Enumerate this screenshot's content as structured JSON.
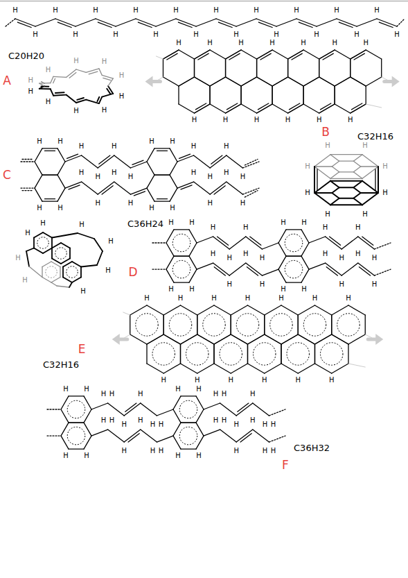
{
  "diagram": {
    "labels": [
      "H",
      "H",
      "H",
      "H",
      "H",
      "H",
      "H",
      "H",
      "H",
      "H",
      "H",
      "H",
      "H",
      "H",
      "H",
      "H",
      "H",
      "H",
      "H",
      "H",
      "C20H20",
      "A",
      "H",
      "H",
      "H",
      "H",
      "H",
      "H",
      "H",
      "H",
      "H",
      "H",
      "H",
      "H",
      "H",
      "H",
      "H",
      "H",
      "H",
      "H",
      "H",
      "H",
      "H",
      "H",
      "H",
      "B",
      "C32H16",
      "H",
      "H",
      "H",
      "H",
      "H",
      "H",
      "H",
      "H",
      "C",
      "H",
      "H",
      "H",
      "H",
      "H",
      "H",
      "H",
      "H",
      "H",
      "H",
      "H",
      "H",
      "H",
      "H",
      "H",
      "H",
      "H",
      "H",
      "H",
      "H",
      "H",
      "H",
      "H",
      "H",
      "H",
      "H",
      "H",
      "H",
      "H",
      "H",
      "H",
      "H",
      "C36H24",
      "D",
      "H",
      "H",
      "H",
      "H",
      "H",
      "H",
      "H",
      "H",
      "H",
      "H",
      "H",
      "H",
      "H",
      "H",
      "H",
      "H",
      "H",
      "H",
      "H",
      "H",
      "H",
      "H",
      "H",
      "H",
      "E",
      "C32H16",
      "H",
      "H",
      "H",
      "H",
      "H",
      "H",
      "H",
      "H",
      "H",
      "H",
      "H",
      "H",
      "H",
      "H",
      "H",
      "H",
      "H",
      "H",
      "H",
      "H",
      "H",
      "H",
      "H",
      "H",
      "H",
      "H",
      "H",
      "H",
      "H",
      "H",
      "H",
      "H",
      "H",
      "H",
      "H",
      "H",
      "H",
      "H",
      "H",
      "H",
      "H",
      "H",
      "H",
      "H",
      "H",
      "C36H32",
      "F"
    ]
  }
}
